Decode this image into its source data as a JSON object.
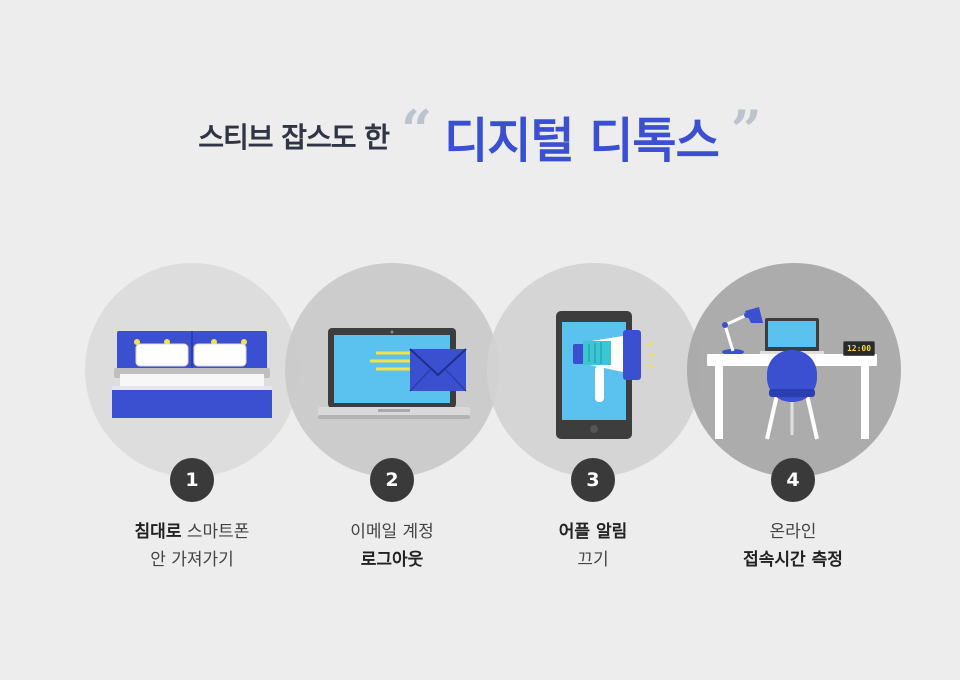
{
  "title": {
    "lead": "스티브 잡스도 한",
    "open_quote": "“",
    "main": "디지털 디톡스",
    "close_quote": "”"
  },
  "steps": [
    {
      "number": "1",
      "line1_bold": "침대로",
      "line1_rest": " 스마트폰",
      "line2": "안 가져가기",
      "icon": "bed-icon"
    },
    {
      "number": "2",
      "line1": "이메일 계정",
      "line2_bold": "로그아웃",
      "icon": "laptop-email-icon"
    },
    {
      "number": "3",
      "line1_bold": "어플 알림",
      "line2": "끄기",
      "icon": "phone-megaphone-icon"
    },
    {
      "number": "4",
      "line1": "온라인",
      "line2_bold": "접속시간 측정",
      "icon": "desk-clock-icon"
    }
  ],
  "clock_text": "12:00",
  "colors": {
    "background": "#ededed",
    "accent": "#3a50d0",
    "dark_text": "#2f3545",
    "badge": "#3a3a3a"
  }
}
